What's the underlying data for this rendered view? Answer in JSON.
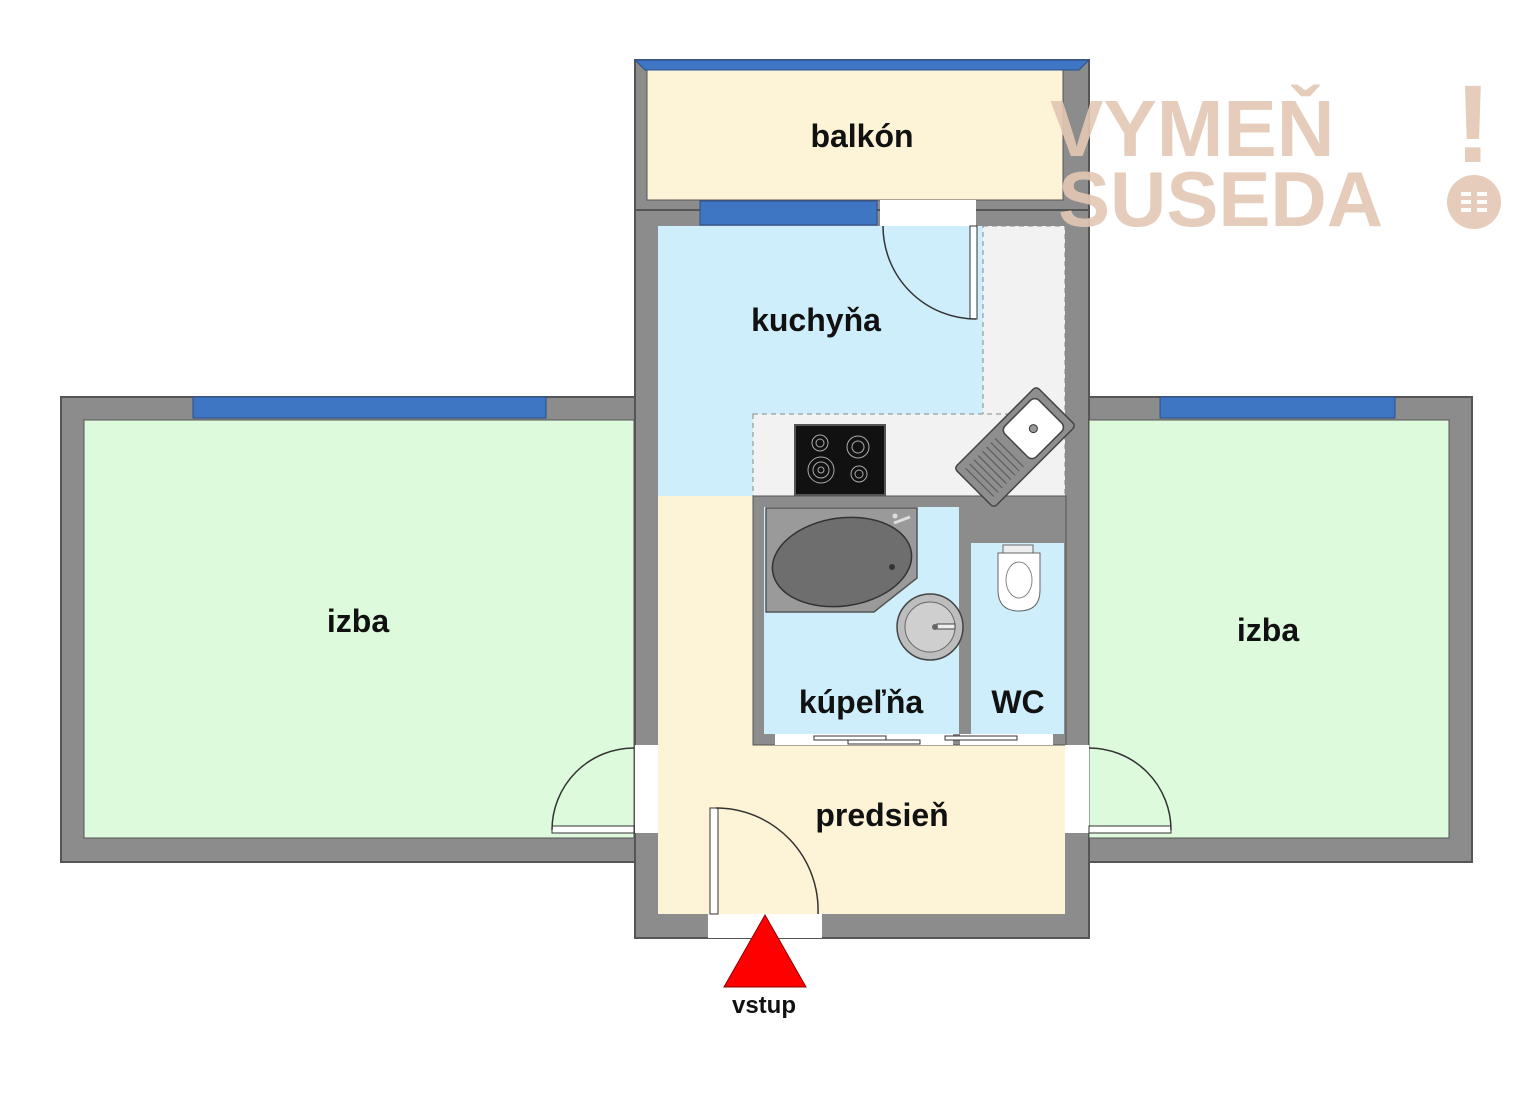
{
  "rooms": {
    "balcony": "balkón",
    "kitchen": "kuchyňa",
    "room_left": "izba",
    "room_right": "izba",
    "bathroom": "kúpeľňa",
    "wc": "WC",
    "hallway": "predsieň"
  },
  "entrance": {
    "label": "vstup"
  },
  "watermark": {
    "line1": "VYMEŇ",
    "line2": "SUSEDA",
    "mark": "!"
  },
  "colors": {
    "wall": "#8c8c8c",
    "wall_outline": "#555555",
    "window": "#3f76c4",
    "room_fill": "#ddfbdc",
    "kitchen_fill": "#cfeefb",
    "hall_fill": "#fdf3d6",
    "wet_fill": "#cfeefb",
    "counter": "#eeeeee",
    "entrance_arrow": "#ff0000",
    "watermark": "#e3c7b4"
  }
}
